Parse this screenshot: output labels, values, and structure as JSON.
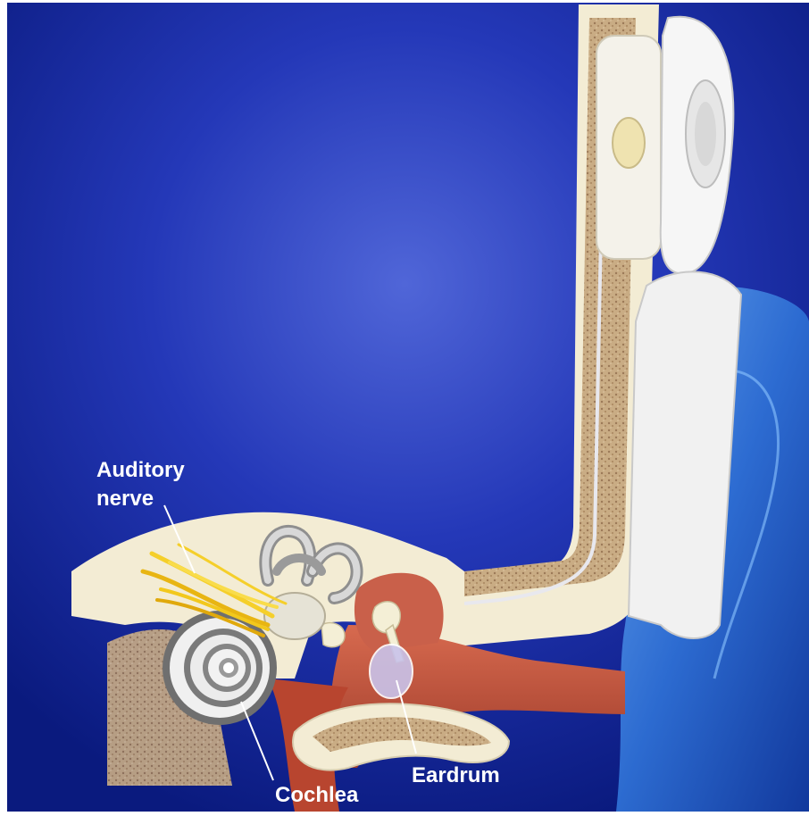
{
  "labels": {
    "auditory_nerve_line1": "Auditory",
    "auditory_nerve_line2": "nerve",
    "cochlea": "Cochlea",
    "eardrum": "Eardrum"
  },
  "colors": {
    "background_deep": "#0b1f8a",
    "background_light": "#4b63d8",
    "bone": "#f2ecd6",
    "bone_marrow": "#b89a78",
    "canal_tissue": "#c0563f",
    "nerve": "#f2c81c",
    "device": "#eeeeee",
    "ear_outer": "#2f74d6",
    "label_text": "#ffffff"
  },
  "icons": {
    "implant_device": "cochlear-implant-icon",
    "cochlea": "cochlea-spiral-icon",
    "nerve": "auditory-nerve-icon"
  }
}
